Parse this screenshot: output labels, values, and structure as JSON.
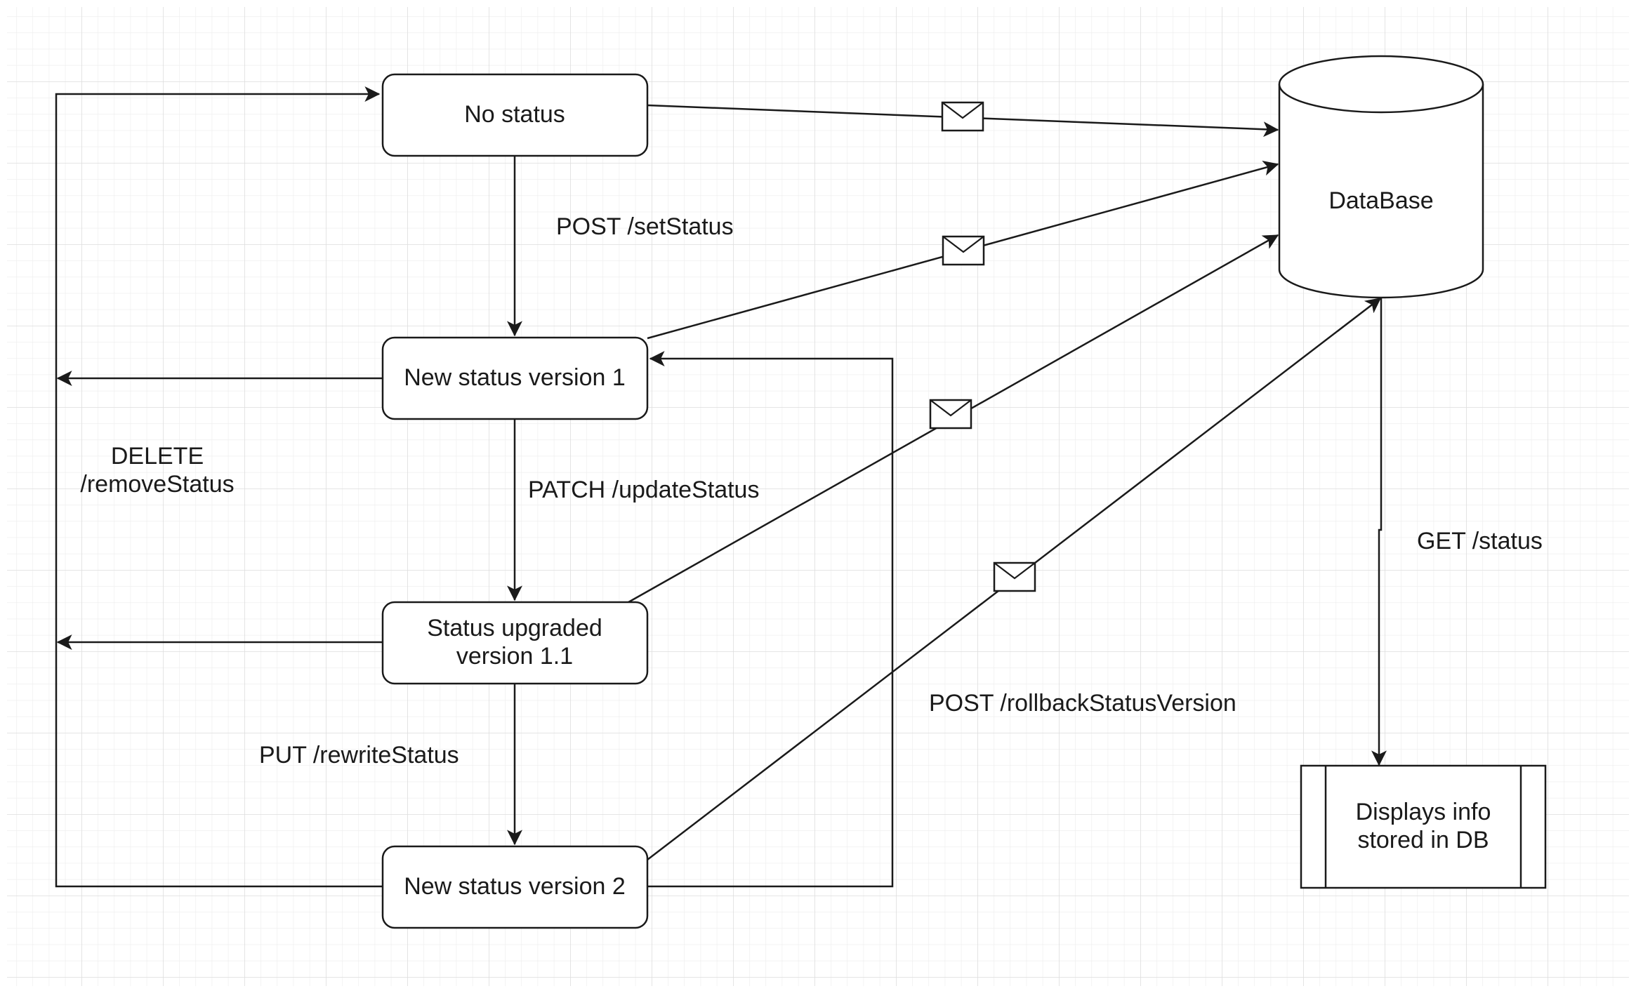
{
  "canvas": {
    "background": "#ffffff",
    "grid_color": "#e6e6e6",
    "line_color": "#1a1a1a"
  },
  "nodes": {
    "no_status": "No status",
    "status_v1": "New status version 1",
    "status_v1_1": [
      "Status upgraded",
      "version 1.1"
    ],
    "status_v2": "New status version 2",
    "database": "DataBase",
    "display": [
      "Displays info",
      "stored in DB"
    ]
  },
  "edges": {
    "set_status": "POST /setStatus",
    "update_status": "PATCH /updateStatus",
    "rewrite_status": "PUT /rewriteStatus",
    "remove_status": [
      "DELETE",
      "/removeStatus"
    ],
    "rollback": "POST /rollbackStatusVersion",
    "get_status": "GET /status"
  },
  "icons": [
    "envelope-icon",
    "envelope-icon",
    "envelope-icon",
    "envelope-icon"
  ]
}
